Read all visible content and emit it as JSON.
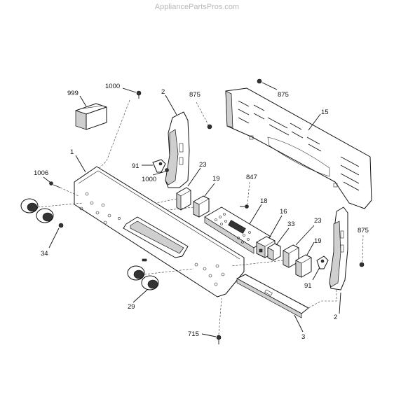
{
  "watermark": "AppliancePartsPros.com",
  "callouts": {
    "c999": "999",
    "c1000a": "1000",
    "c2a": "2",
    "c875a": "875",
    "c875b": "875",
    "c15": "15",
    "c1": "1",
    "c91a": "91",
    "c1000b": "1000",
    "c23a": "23",
    "c19a": "19",
    "c847": "847",
    "c1006": "1006",
    "c18": "18",
    "c16": "16",
    "c33": "33",
    "c23b": "23",
    "c875c": "875",
    "c34": "34",
    "c19b": "19",
    "c91b": "91",
    "c29": "29",
    "c2b": "2",
    "c715": "715",
    "c3": "3"
  }
}
